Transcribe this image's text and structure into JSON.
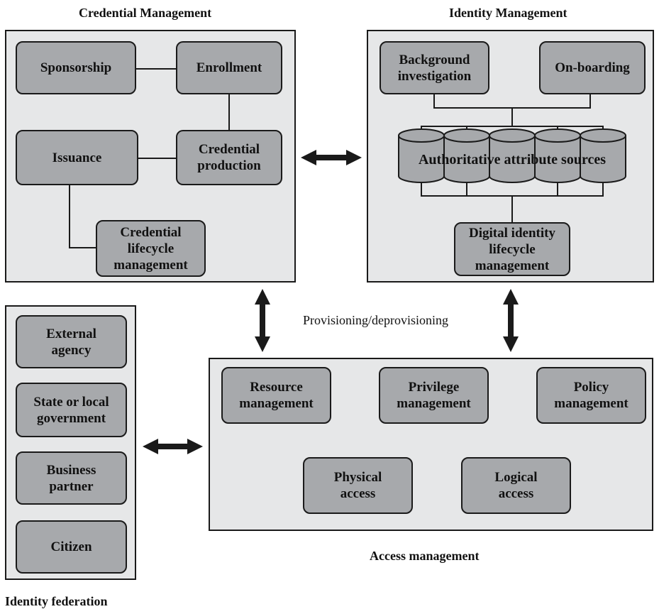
{
  "credential_management": {
    "title": "Credential Management",
    "sponsorship": "Sponsorship",
    "enrollment": "Enrollment",
    "issuance": "Issuance",
    "credential_production": "Credential\nproduction",
    "credential_lifecycle": "Credential\nlifecycle\nmanagement"
  },
  "identity_management": {
    "title": "Identity Management",
    "background_investigation": "Background\ninvestigation",
    "onboarding": "On-boarding",
    "authoritative_sources": "Authoritative attribute sources",
    "digital_identity_lifecycle": "Digital identity\nlifecycle\nmanagement"
  },
  "provisioning_label": "Provisioning/deprovisioning",
  "identity_federation": {
    "title": "Identity federation",
    "external_agency": "External\nagency",
    "state_local": "State or local\ngovernment",
    "business_partner": "Business\npartner",
    "citizen": "Citizen"
  },
  "access_management": {
    "title": "Access management",
    "resource": "Resource\nmanagement",
    "privilege": "Privilege\nmanagement",
    "policy": "Policy\nmanagement",
    "physical": "Physical\naccess",
    "logical": "Logical\naccess"
  },
  "colors": {
    "panel_fill": "#e6e7e8",
    "box_fill": "#a7a9ac",
    "outline": "#1a1a1a"
  }
}
